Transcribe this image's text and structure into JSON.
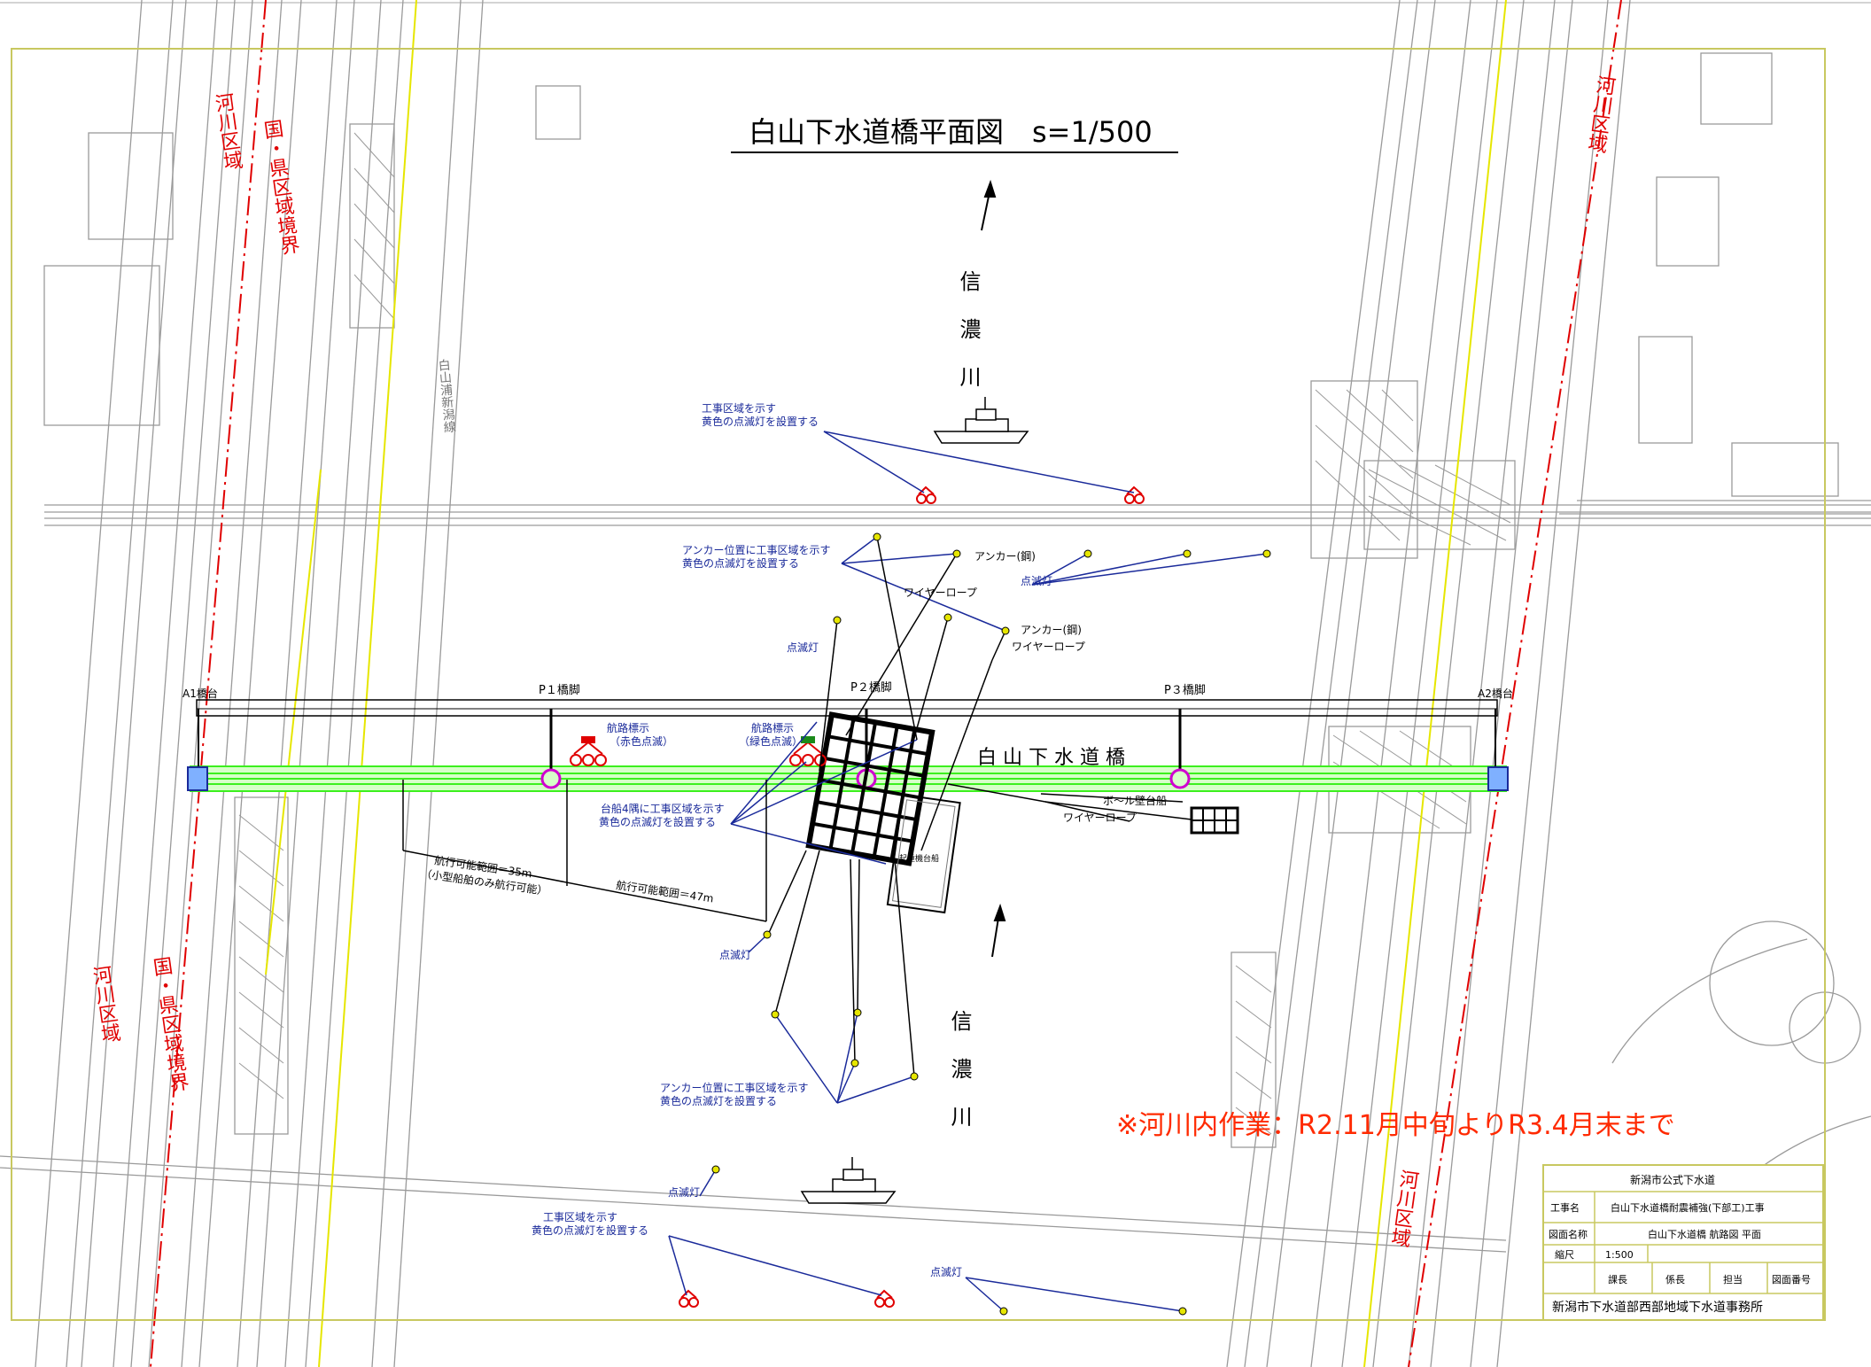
{
  "title": "白山下水道橋平面図　s=1/500",
  "bridge_name": "白 山 下 水 道 橋",
  "notice": "※河川内作業：R2.11月中旬よりR3.4月末まで",
  "piers": [
    {
      "id": "a1",
      "label": "A1橋台"
    },
    {
      "id": "p1",
      "label": "P１橋脚"
    },
    {
      "id": "p2",
      "label": "P２橋脚"
    },
    {
      "id": "p3",
      "label": "P３橋脚"
    },
    {
      "id": "a2",
      "label": "A2橋台"
    }
  ],
  "vertical_labels": {
    "left_river_area_top": "河川区域",
    "left_boundary_top": "国・県区域境界",
    "left_river_area_bottom": "河川区域",
    "left_boundary_bottom": "国・県区域境界",
    "right_river_area_top": "河川区域",
    "right_river_area_bottom": "河川区域",
    "flow_top": "信濃川",
    "flow_bottom": "信濃川"
  },
  "annotations": {
    "zone_top_line1": "工事区域を示す",
    "zone_top_line2": "黄色の点滅灯を設置する",
    "anchor_top_line1": "アンカー位置に工事区域を示す",
    "anchor_top_line2": "黄色の点滅灯を設置する",
    "anchor_steel_1": "アンカー(鋼)",
    "wire_rope_1": "ワイヤーロープ",
    "flash_light_1": "点滅灯",
    "anchor_steel_2": "アンカー(鋼)",
    "wire_rope_2": "ワイヤーロープ",
    "flash_light_2": "点滅灯",
    "nav_marker_red_line1": "航路標示",
    "nav_marker_red_line2": "（赤色点滅）",
    "nav_marker_green_line1": "航路標示",
    "nav_marker_green_line2": "（緑色点滅）",
    "barge_corners_line1": "台船4隅に工事区域を示す",
    "barge_corners_line2": "黄色の点滅灯を設置する",
    "barge_small": "ボ～ル壁台船",
    "wire_rope_3": "ワイヤーロープ",
    "nav_width_small_line1": "航行可能範囲＝35m",
    "nav_width_small_line2": "（小型船舶のみ航行可能）",
    "nav_width_large": "航行可能範囲＝47m",
    "flash_light_3": "点滅灯",
    "anchor_bottom_line1": "アンカー位置に工事区域を示す",
    "anchor_bottom_line2": "黄色の点滅灯を設置する",
    "flash_light_4": "点滅灯",
    "zone_bottom_line1": "工事区域を示す",
    "zone_bottom_line2": "黄色の点滅灯を設置する",
    "flash_light_5": "点滅灯",
    "barge_main": "起重機台船",
    "road_name": "白山浦新潟線"
  },
  "title_block": {
    "header": "新潟市公式下水道",
    "rows": [
      {
        "key": "工事名",
        "value": "白山下水道橋耐震補強(下部工)工事"
      },
      {
        "key": "図面名称",
        "value": "白山下水道橋 航路図 平面"
      },
      {
        "key": "縮尺",
        "value": "1:500"
      }
    ],
    "stamp_row": [
      "課長",
      "係長",
      "担当",
      "図面番号"
    ],
    "footer": "新潟市下水道部西部地域下水道事務所"
  },
  "colors": {
    "frame": "#c8c860",
    "red_line": "#e00000",
    "red_text": "#ff2a00",
    "blue": "#1a2a9a",
    "green": "#3cf01e",
    "yellow": "#e6e600",
    "gray": "#9a9a9a"
  }
}
